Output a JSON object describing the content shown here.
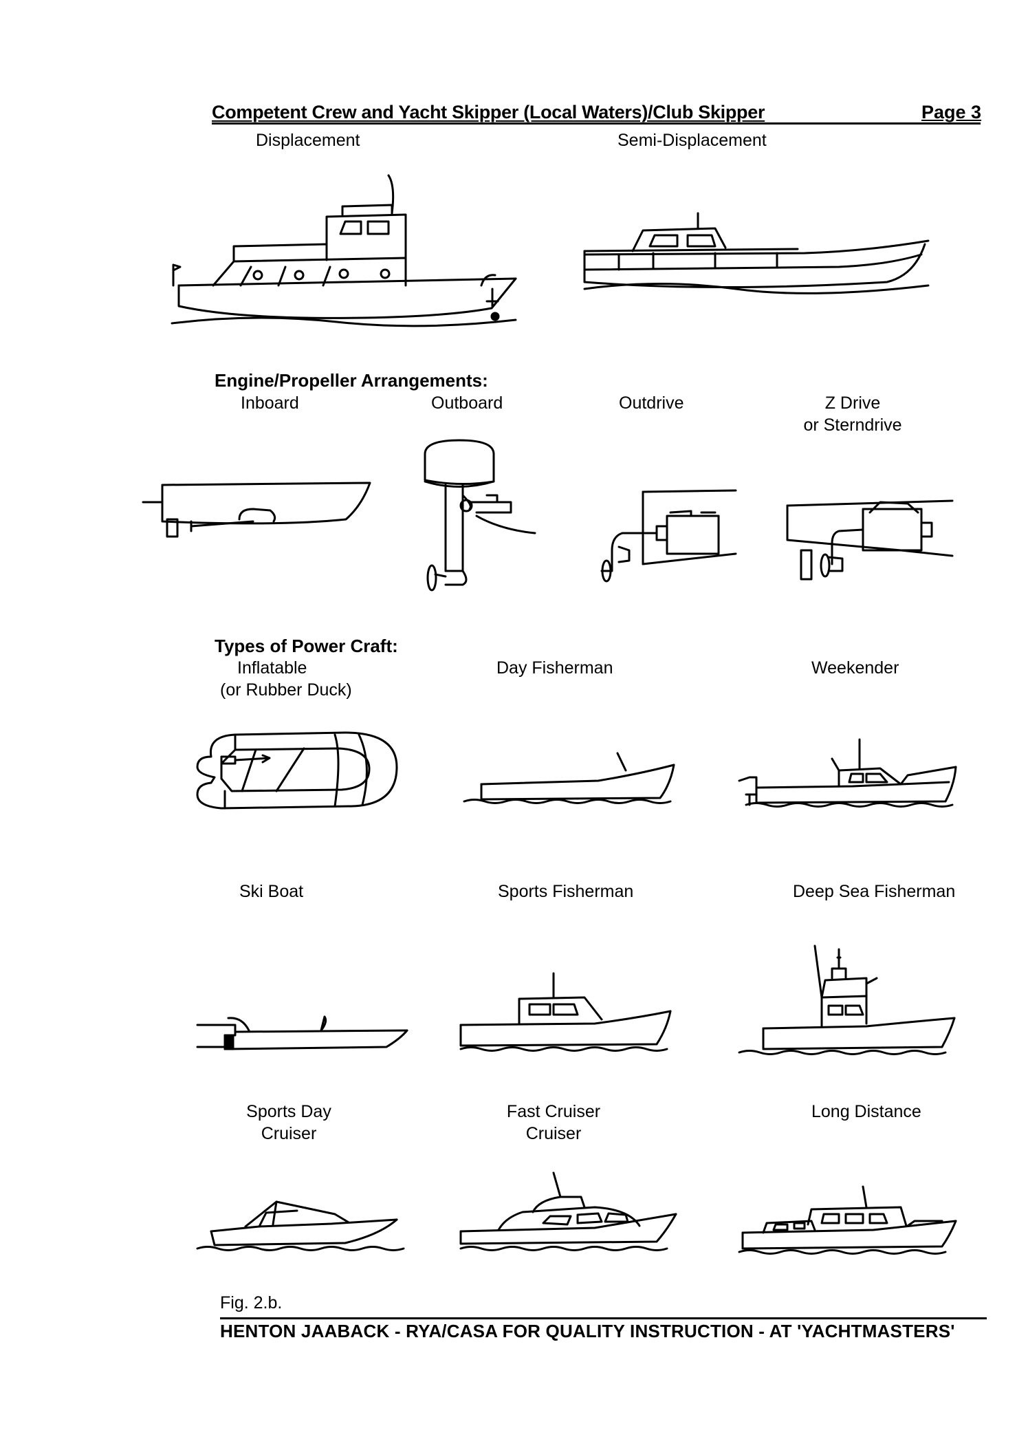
{
  "header": {
    "title": "Competent Crew and Yacht Skipper (Local Waters)/Club Skipper",
    "page": "Page 3"
  },
  "hull_types": {
    "displacement": "Displacement",
    "semi_displacement": "Semi-Displacement"
  },
  "engine_section": {
    "heading": "Engine/Propeller Arrangements:",
    "inboard": "Inboard",
    "outboard": "Outboard",
    "outdrive": "Outdrive",
    "zdrive_line1": "Z Drive",
    "zdrive_line2": "or Sterndrive"
  },
  "craft_section": {
    "heading": "Types of Power Craft:",
    "inflatable_line1": "Inflatable",
    "inflatable_line2": "(or Rubber Duck)",
    "day_fisherman": "Day Fisherman",
    "weekender": "Weekender",
    "ski_boat": "Ski Boat",
    "sports_fisherman": "Sports Fisherman",
    "deep_sea_fisherman": "Deep Sea Fisherman",
    "sports_day_line1": "Sports Day",
    "sports_day_line2": "Cruiser",
    "fast_cruiser_line1": "Fast Cruiser",
    "fast_cruiser_line2": "Cruiser",
    "long_distance": "Long Distance"
  },
  "figure_label": "Fig. 2.b.",
  "footer": {
    "text": "HENTON JAABACK - RYA/CASA FOR QUALITY INSTRUCTION - AT 'YACHTMASTERS'"
  }
}
